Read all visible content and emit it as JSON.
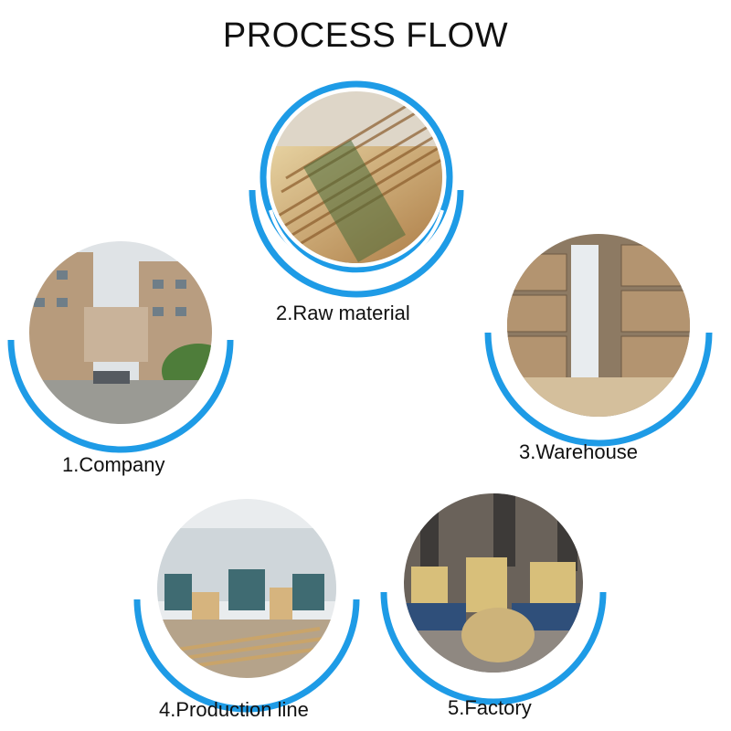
{
  "title": "PROCESS FLOW",
  "accent_color": "#1E9BE6",
  "steps": [
    {
      "label": "1.Company",
      "icon": "company-building-photo"
    },
    {
      "label": "2.Raw material",
      "icon": "bamboo-bundles-photo"
    },
    {
      "label": "3.Warehouse",
      "icon": "warehouse-boxes-photo"
    },
    {
      "label": "4.Production line",
      "icon": "production-line-photo"
    },
    {
      "label": "5.Factory",
      "icon": "factory-floor-photo"
    }
  ]
}
